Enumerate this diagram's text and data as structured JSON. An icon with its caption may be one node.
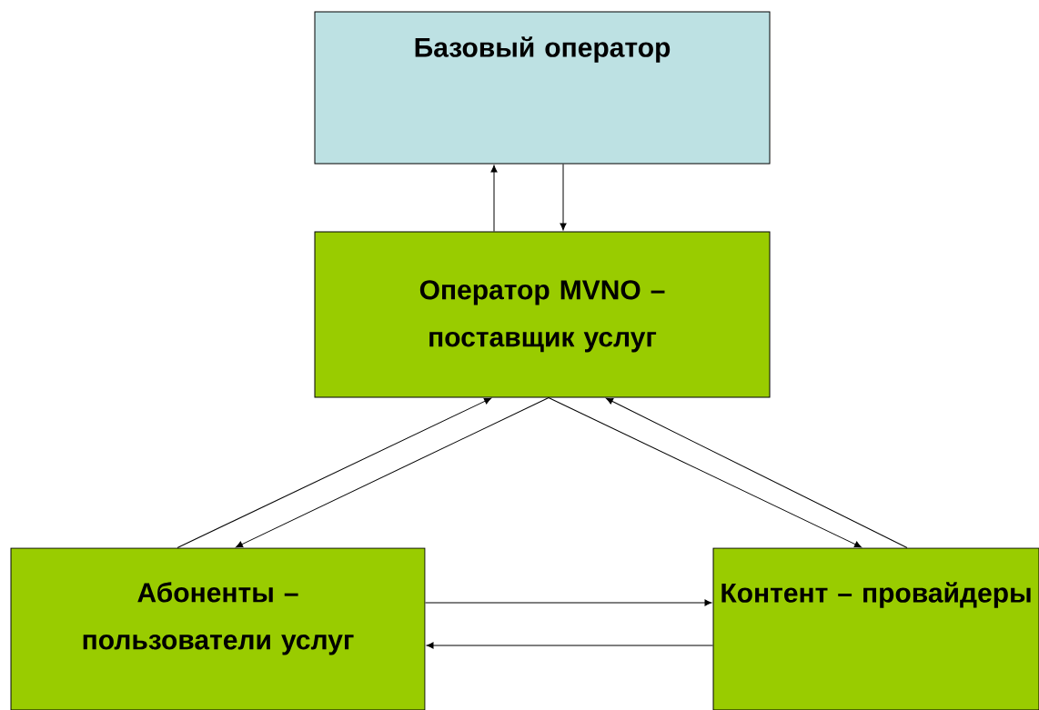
{
  "diagram": {
    "nodes": [
      {
        "text": [
          "Базовый оператор"
        ]
      },
      {
        "text": [
          "Оператор MVNO – поставщик услуг"
        ]
      },
      {
        "text": [
          "Абоненты – пользователи услуг"
        ]
      },
      {
        "text": [
          "Контент – провайдеры"
        ]
      }
    ],
    "edges": [
      {
        "from": 1,
        "to": 0,
        "arrow": "to"
      },
      {
        "from": 0,
        "to": 1,
        "arrow": "to"
      },
      {
        "from": 2,
        "to": 1,
        "arrow": "to"
      },
      {
        "from": 1,
        "to": 2,
        "arrow": "to"
      },
      {
        "from": 3,
        "to": 1,
        "arrow": "to"
      },
      {
        "from": 1,
        "to": 3,
        "arrow": "to"
      },
      {
        "from": 2,
        "to": 3,
        "arrow": "to"
      },
      {
        "from": 3,
        "to": 2,
        "arrow": "to"
      }
    ]
  }
}
